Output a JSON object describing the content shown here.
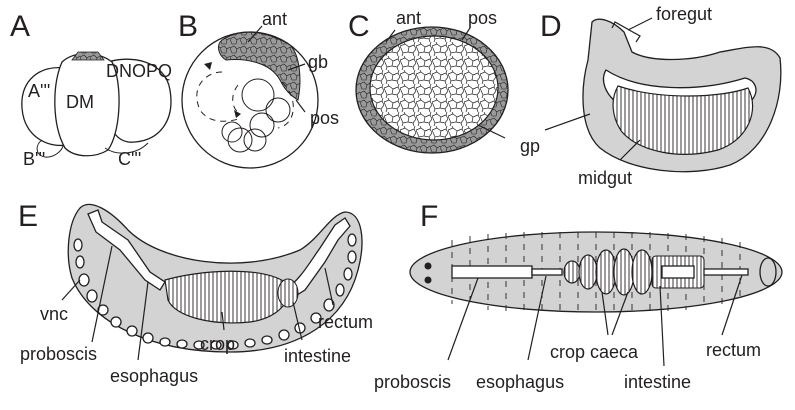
{
  "panels": {
    "A": {
      "letter": "A",
      "cells": {
        "a": "A'''",
        "dm": "DM",
        "dnopq": "DNOPQ",
        "b": "B'''",
        "c": "C'''"
      }
    },
    "B": {
      "letter": "B",
      "labels": {
        "ant": "ant",
        "gb": "gb",
        "pos": "pos"
      }
    },
    "C": {
      "letter": "C",
      "labels": {
        "ant": "ant",
        "pos": "pos",
        "gp": "gp"
      }
    },
    "D": {
      "letter": "D",
      "labels": {
        "foregut": "foregut",
        "midgut": "midgut"
      }
    },
    "E": {
      "letter": "E",
      "labels": {
        "vnc": "vnc",
        "proboscis": "proboscis",
        "esophagus": "esophagus",
        "crop": "crop",
        "intestine": "intestine",
        "rectum": "rectum"
      }
    },
    "F": {
      "letter": "F",
      "labels": {
        "proboscis": "proboscis",
        "esophagus": "esophagus",
        "crop_caeca": "crop caeca",
        "intestine": "intestine",
        "rectum": "rectum"
      }
    }
  },
  "colors": {
    "ink": "#231f20",
    "tissue_gray": "#d3d3d3",
    "cell_gray": "#8c8c8c"
  }
}
